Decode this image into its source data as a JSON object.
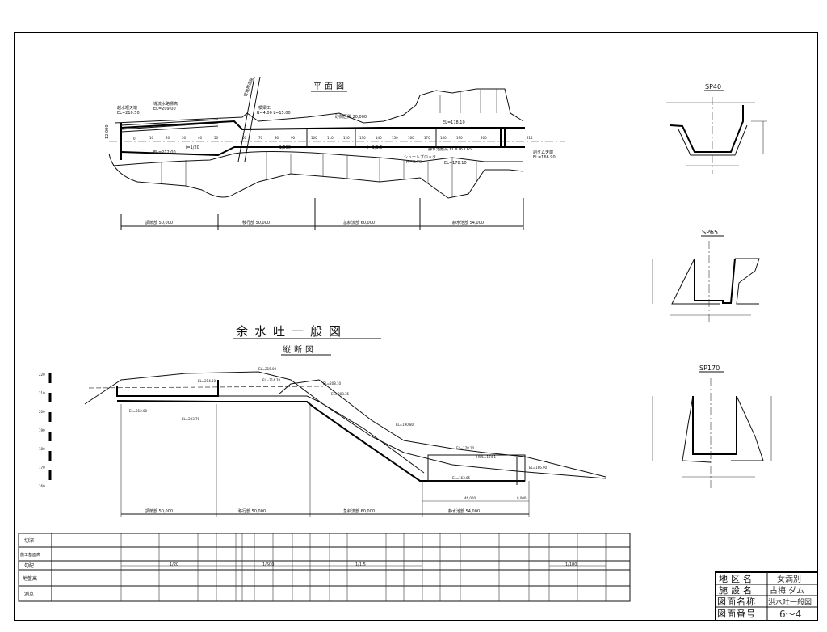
{
  "drawing": {
    "main_title": "余水吐一般図",
    "plan_title": "平面図",
    "profile_title": "縦断図"
  },
  "plan": {
    "labels": {
      "overflow_crest": "越水堰天端",
      "overflow_el": "EL=210.50",
      "approach_label": "導流水路標高",
      "approach_el": "EL=209.00",
      "bottom_el": "EL=212.00",
      "retaining_label": "橋梁工",
      "retaining_dims": "B=4.00 L=15.00",
      "bridge_label": "管理用道路",
      "section_change": "砂防区間 20,000",
      "right_el": "EL=178.10",
      "basin_el": "静水池敷高 EL=163.65",
      "chute_block": "シュートブロック",
      "chute_block_h": "H=0.70",
      "lower_el": "EL=178.10",
      "dam_label": "副ダム天端",
      "dam_el": "EL=166.90",
      "slope_1": "i=1/20",
      "slope_2": "i=1/500",
      "slope_3": "i=1/1.5",
      "width_dim": "12.000"
    },
    "stations": [
      "0",
      "10",
      "20",
      "30",
      "40",
      "50",
      "60",
      "70",
      "80",
      "90",
      "100",
      "110",
      "120",
      "130",
      "140",
      "150",
      "160",
      "170",
      "180",
      "190",
      "200",
      "214"
    ],
    "segments": [
      "調節部 50,000",
      "移行部 50,000",
      "急斜流部 60,000",
      "静水池部 54,000"
    ]
  },
  "sections": [
    {
      "title": "SP40"
    },
    {
      "title": "SP65"
    },
    {
      "title": "SP170"
    }
  ],
  "profile": {
    "axis_ticks": [
      "220",
      "210",
      "200",
      "190",
      "180",
      "170",
      "160"
    ],
    "labels": {
      "el_top": "EL=215.00",
      "el_a": "EL=214.50",
      "el_b": "EL=212.00",
      "el_c": "EL=214.70",
      "el_d": "EL=208.10",
      "el_e": "EL=203.70",
      "el_f": "EL=208.35",
      "el_g": "EL=190.80",
      "el_h": "EL=178.10",
      "el_i": "HWL=174.1",
      "el_j": "EL=166.90",
      "el_k": "EL=163.65",
      "dim_a": "46,000",
      "dim_b": "8,000"
    },
    "segments": [
      "調節部 50,000",
      "移行部 50,000",
      "急斜流部 60,000",
      "静水池部 54,000"
    ]
  },
  "table": {
    "row_labels": [
      "切深",
      "施工基面高",
      "勾配",
      "地盤高",
      "測点"
    ],
    "slopes": [
      "1/20",
      "1/500",
      "1/1.5",
      "1/100"
    ]
  },
  "title_block": {
    "rows": [
      {
        "label": "地区名",
        "value": "女満別"
      },
      {
        "label": "施設名",
        "value": "古梅 ダム"
      },
      {
        "label": "図面名称",
        "value": "洪水吐一般図"
      },
      {
        "label": "図面番号",
        "value": "6〜4"
      }
    ]
  }
}
